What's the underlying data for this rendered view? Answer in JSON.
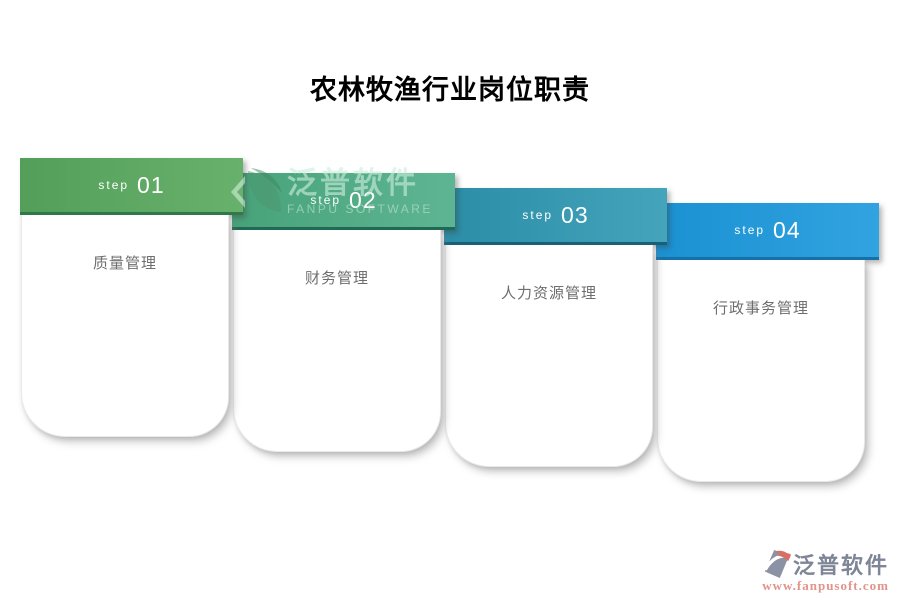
{
  "title": "农林牧渔行业岗位职责",
  "steps": [
    {
      "label": "step",
      "number": "01",
      "name": "质量管理"
    },
    {
      "label": "step",
      "number": "02",
      "name": "财务管理"
    },
    {
      "label": "step",
      "number": "03",
      "name": "人力资源管理"
    },
    {
      "label": "step",
      "number": "04",
      "name": "行政事务管理"
    }
  ],
  "watermark": {
    "brand": "泛普软件",
    "brand_en": "FANPU SOFTWARE"
  },
  "footer": {
    "brand": "泛普软件",
    "url": "www.fanpusoft.com"
  },
  "colors": {
    "step1_gradient_start": "#539f5a",
    "step1_gradient_end": "#68b16c",
    "step1_fold": "#2e7a49",
    "step2_gradient_start": "#47a279",
    "step2_gradient_end": "#5eb593",
    "step2_fold": "#1f6a54",
    "step3_gradient_start": "#2b8da6",
    "step3_gradient_end": "#44a4bc",
    "step3_fold": "#176079",
    "step4_gradient_start": "#1b91d2",
    "step4_gradient_end": "#31a3e0",
    "step4_fold": "#1571ac",
    "title_color": "#000000",
    "card_text_color": "#6e6e6e",
    "footer_brand_color": "#7d8596",
    "footer_url_color": "#e2938a"
  }
}
